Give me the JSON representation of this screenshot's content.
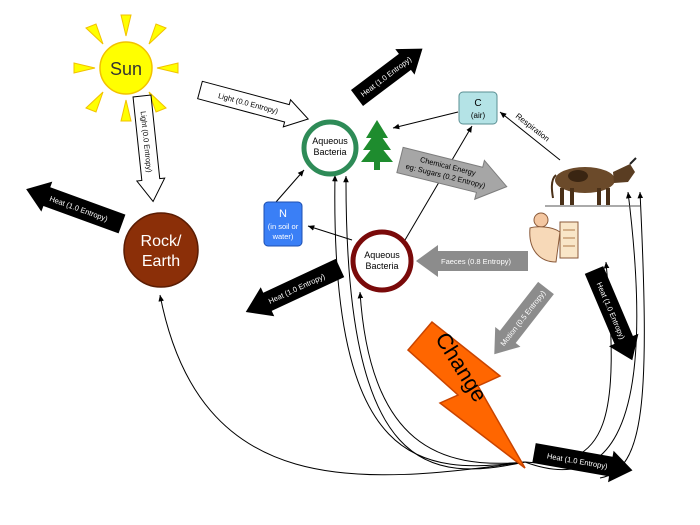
{
  "diagram": {
    "sun": {
      "label": "Sun",
      "fill": "#ffff00",
      "stroke": "#f2c200"
    },
    "rock": {
      "label_line1": "Rock/",
      "label_line2": "Earth",
      "fill": "#8b2f08"
    },
    "bacteria_top": {
      "label_line1": "Aqueous",
      "label_line2": "Bacteria",
      "ring": "#2e8b57"
    },
    "bacteria_bottom": {
      "label_line1": "Aqueous",
      "label_line2": "Bacteria",
      "ring": "#7a0a0a"
    },
    "nitrogen": {
      "title": "N",
      "line1": "(in soil or",
      "line2": "water)",
      "fill": "#3a7ff6"
    },
    "carbon": {
      "title": "C",
      "subtitle": "(air)",
      "fill": "#b4e3e6"
    },
    "change": {
      "label": "Change",
      "fill": "#ff6600"
    },
    "tree": {
      "fill": "#1e8c2e"
    },
    "arrows": {
      "light_right": "Light (0.0 Entropy)",
      "light_down": "Light (0.0 Entropy)",
      "heat_top": "Heat (1.0 Entropy)",
      "heat_left": "Heat (1.0 Entropy)",
      "heat_mid": "Heat (1.0 Entropy)",
      "heat_right": "Heat (1.0 Entropy)",
      "heat_bottom": "Heat (1.0 Entropy)",
      "chemical_line1": "Chemical Energy",
      "chemical_line2": "eg: Sugars (0.2 Entropy)",
      "faeces": "Faeces (0.8 Entropy)",
      "motion": "Motion (0.5 Entropy)",
      "respiration": "Respiration"
    }
  }
}
